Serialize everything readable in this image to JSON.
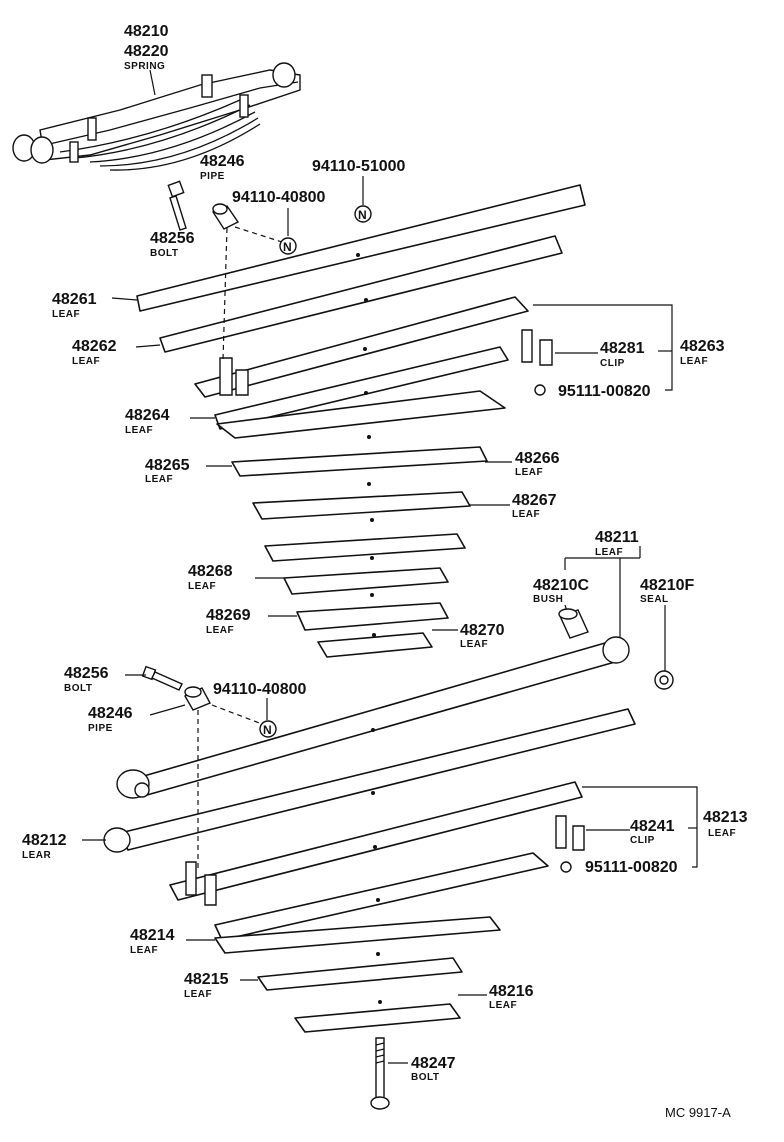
{
  "callouts": [
    {
      "id": "48210",
      "number": "48210",
      "name": ""
    },
    {
      "id": "48220",
      "number": "48220",
      "name": "SPRING"
    },
    {
      "id": "48246_top",
      "number": "48246",
      "name": "PIPE"
    },
    {
      "id": "94110_51000",
      "number": "94110-51000",
      "name": ""
    },
    {
      "id": "94110_40800_top",
      "number": "94110-40800",
      "name": ""
    },
    {
      "id": "48256_top",
      "number": "48256",
      "name": "BOLT"
    },
    {
      "id": "48261",
      "number": "48261",
      "name": "LEAF"
    },
    {
      "id": "48262",
      "number": "48262",
      "name": "LEAF"
    },
    {
      "id": "48281",
      "number": "48281",
      "name": "CLIP"
    },
    {
      "id": "48263",
      "number": "48263",
      "name": "LEAF"
    },
    {
      "id": "95111_top",
      "number": "95111-00820",
      "name": ""
    },
    {
      "id": "48264",
      "number": "48264",
      "name": "LEAF"
    },
    {
      "id": "48265",
      "number": "48265",
      "name": "LEAF"
    },
    {
      "id": "48266",
      "number": "48266",
      "name": "LEAF"
    },
    {
      "id": "48267",
      "number": "48267",
      "name": "LEAF"
    },
    {
      "id": "48211",
      "number": "48211",
      "name": "LEAF"
    },
    {
      "id": "48268",
      "number": "48268",
      "name": "LEAF"
    },
    {
      "id": "48210C",
      "number": "48210C",
      "name": "BUSH"
    },
    {
      "id": "48210F",
      "number": "48210F",
      "name": "SEAL"
    },
    {
      "id": "48269",
      "number": "48269",
      "name": "LEAF"
    },
    {
      "id": "48270",
      "number": "48270",
      "name": "LEAF"
    },
    {
      "id": "48256_bot",
      "number": "48256",
      "name": "BOLT"
    },
    {
      "id": "94110_40800_bot",
      "number": "94110-40800",
      "name": ""
    },
    {
      "id": "48246_bot",
      "number": "48246",
      "name": "PIPE"
    },
    {
      "id": "48212",
      "number": "48212",
      "name": "LEAR"
    },
    {
      "id": "48241",
      "number": "48241",
      "name": "CLIP"
    },
    {
      "id": "48213",
      "number": "48213",
      "name": "LEAF"
    },
    {
      "id": "95111_bot",
      "number": "95111-00820",
      "name": ""
    },
    {
      "id": "48214",
      "number": "48214",
      "name": "LEAF"
    },
    {
      "id": "48215",
      "number": "48215",
      "name": "LEAF"
    },
    {
      "id": "48216",
      "number": "48216",
      "name": "LEAF"
    },
    {
      "id": "48247",
      "number": "48247",
      "name": "BOLT"
    }
  ],
  "nut_marker": "N",
  "figure_code": "MC 9917-A"
}
